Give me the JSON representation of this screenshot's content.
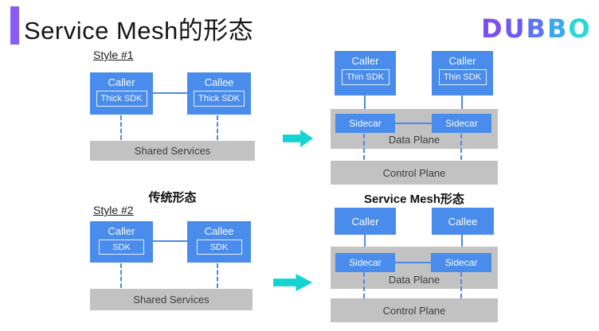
{
  "header": {
    "title": "Service Mesh的形态"
  },
  "logo": {
    "name": "Dubbo",
    "letters": [
      "D",
      "U",
      "B",
      "B",
      "O"
    ],
    "colors": [
      "#7b4ff0",
      "#6a5cf3",
      "#5b74f2",
      "#3aa9ec",
      "#2bd8d8"
    ]
  },
  "left": {
    "style1": {
      "label": "Style #1",
      "caller": "Caller",
      "caller_sdk": "Thick SDK",
      "callee": "Callee",
      "callee_sdk": "Thick SDK",
      "shared": "Shared Services"
    },
    "traditional_title": "传统形态",
    "style2": {
      "label": "Style #2",
      "caller": "Caller",
      "caller_sdk": "SDK",
      "callee": "Callee",
      "callee_sdk": "SDK",
      "shared": "Shared Services"
    }
  },
  "right": {
    "mesh_title": "Service Mesh形态",
    "top": {
      "node1": "Caller",
      "node1_sdk": "Thin SDK",
      "node2": "Caller",
      "node2_sdk": "Thin SDK",
      "sidecar1": "Sidecar",
      "sidecar2": "Sidecar",
      "data_plane": "Data Plane",
      "control_plane": "Control Plane"
    },
    "bottom": {
      "node1": "Caller",
      "node2": "Callee",
      "sidecar1": "Sidecar",
      "sidecar2": "Sidecar",
      "data_plane": "Data Plane",
      "control_plane": "Control Plane"
    }
  },
  "colors": {
    "accent_purple": "#8a5cf6",
    "node_blue": "#4a8ceb",
    "band_gray": "#c2c2c2",
    "arrow_cyan": "#15d3d0"
  }
}
